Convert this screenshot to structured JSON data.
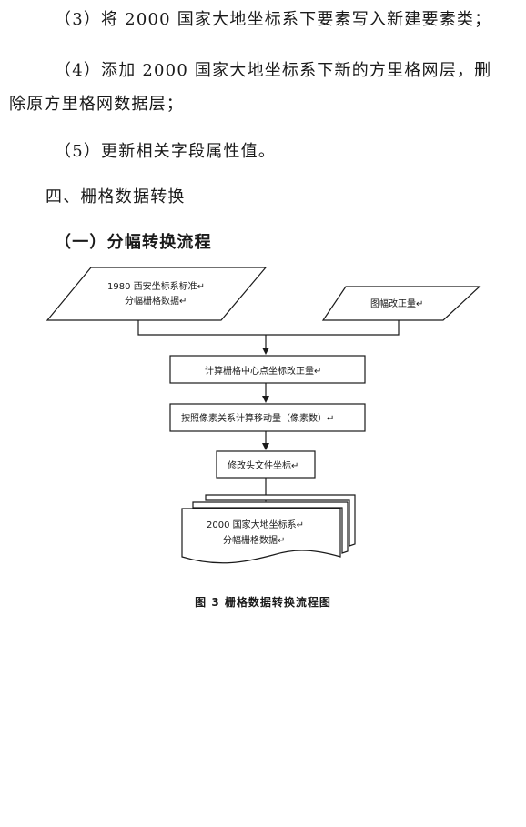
{
  "paragraphs": {
    "item3": "（3）将 2000 国家大地坐标系下要素写入新建要素类；",
    "item4_line1": "（4）添加 2000 国家大地坐标系下新的方里格网层，删",
    "item4_line2": "除原方里格网数据层；",
    "item5": "（5）更新相关字段属性值。"
  },
  "section": {
    "title": "四、栅格数据转换",
    "subtitle": "（一）分幅转换流程"
  },
  "flowchart": {
    "input1_line1": "1980 西安坐标系标准↵",
    "input1_line2": "分幅栅格数据↵",
    "input2": "图幅改正量↵",
    "step1": "计算栅格中心点坐标改正量↵",
    "step2": "按照像素关系计算移动量（像素数）↵",
    "step3": "修改头文件坐标↵",
    "output_line1": "2000 国家大地坐标系↵",
    "output_line2": "分幅栅格数据↵"
  },
  "caption": "图 3  栅格数据转换流程图"
}
